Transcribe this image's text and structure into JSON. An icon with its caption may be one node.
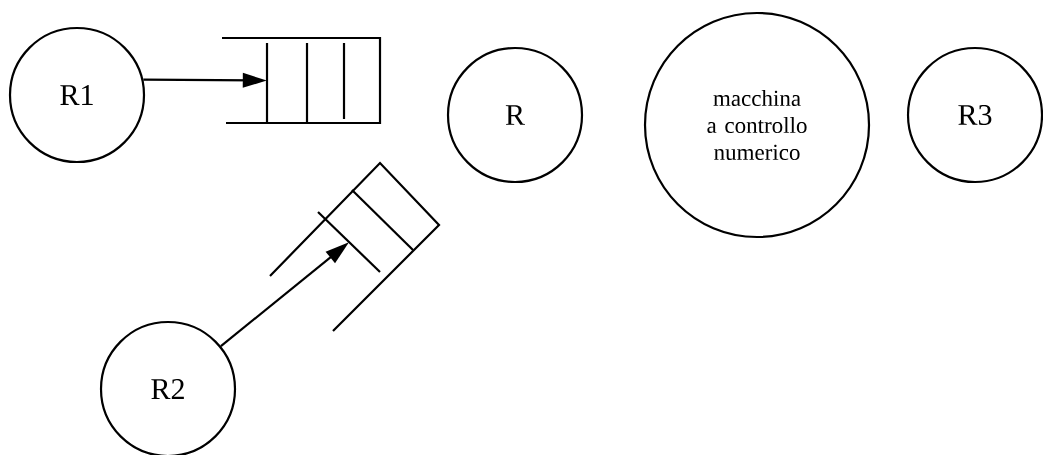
{
  "diagram": {
    "nodes": [
      {
        "text": [
          "R1"
        ]
      },
      {
        "text": [],
        "shape": "queue"
      },
      {
        "text": [
          "R"
        ]
      },
      {
        "text": [
          "macchina a controllo numerico"
        ]
      },
      {
        "text": [
          "R3"
        ]
      },
      {
        "text": [],
        "shape": "queue"
      },
      {
        "text": [
          "R2"
        ]
      }
    ],
    "edges": [
      {
        "from": 0,
        "to": 1,
        "arrow": "to"
      },
      {
        "from": 6,
        "to": 5,
        "arrow": "to"
      }
    ]
  }
}
